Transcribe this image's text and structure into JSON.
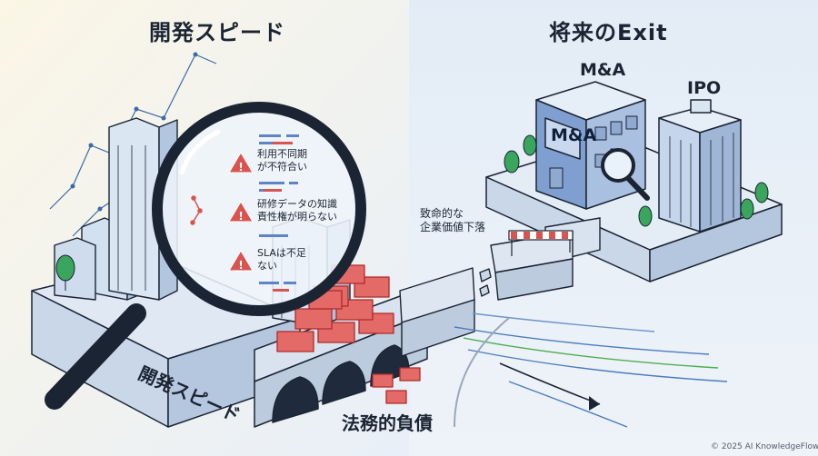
{
  "titles": {
    "left": "開発スピード",
    "right": "将来のExit"
  },
  "buildings": {
    "mna_label": "M&A",
    "mna_sign": "M&A",
    "ipo_label": "IPO"
  },
  "lens_notes": [
    [
      "利用不同期",
      "が不符合い"
    ],
    [
      "研修データの知識",
      "責性権が明らない"
    ],
    [
      "SLAは不足",
      "ない"
    ]
  ],
  "base_label": "開発スピード",
  "bridge_label": "法務的負債",
  "crack_note": [
    "致命的な",
    "企業価値下落"
  ],
  "copyright": "© 2025 AI KnowledgeFlow",
  "colors": {
    "outline": "#1b2433",
    "building": "#c7d8ee",
    "building_dark": "#9fb6d6",
    "debt_red": "#d9534f",
    "tree": "#3aa55c",
    "accent_green": "#4caf50"
  }
}
